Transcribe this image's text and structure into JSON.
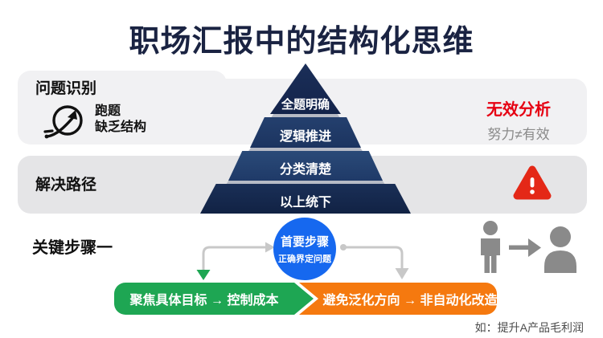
{
  "title": "职场汇报中的结构化思维",
  "problem_section": {
    "label": "问题识别",
    "symptom_line1": "跑题",
    "symptom_line2": "缺乏结构",
    "invalid_title": "无效分析",
    "invalid_subtitle": "努力≠有效"
  },
  "solution_section": {
    "label": "解决路径"
  },
  "pyramid": {
    "levels": [
      "全题明确",
      "逻辑推进",
      "分类清楚",
      "以上统下"
    ]
  },
  "key_steps": {
    "label": "关键步骤一",
    "primary_step": {
      "title": "首要步骤",
      "subtitle": "正确界定问题"
    },
    "green_box_label": "聚焦具体目标 → 控制成本",
    "orange_box_label": "避免泛化方向 → 非自动化改造",
    "footnote": "如：提升A产品毛利润"
  },
  "colors": {
    "pyramid_navy": "#16284d",
    "alert_red": "#e60012",
    "warning_red": "#e42817",
    "step_green": "#1ea653",
    "step_orange": "#f5790f",
    "primary_blue": "#1668ef",
    "band_light": "#f1f1f3",
    "band_dark": "#e5e5e7",
    "connector_gray": "#c8c8c8",
    "person_gray": "#8a8a8a"
  }
}
